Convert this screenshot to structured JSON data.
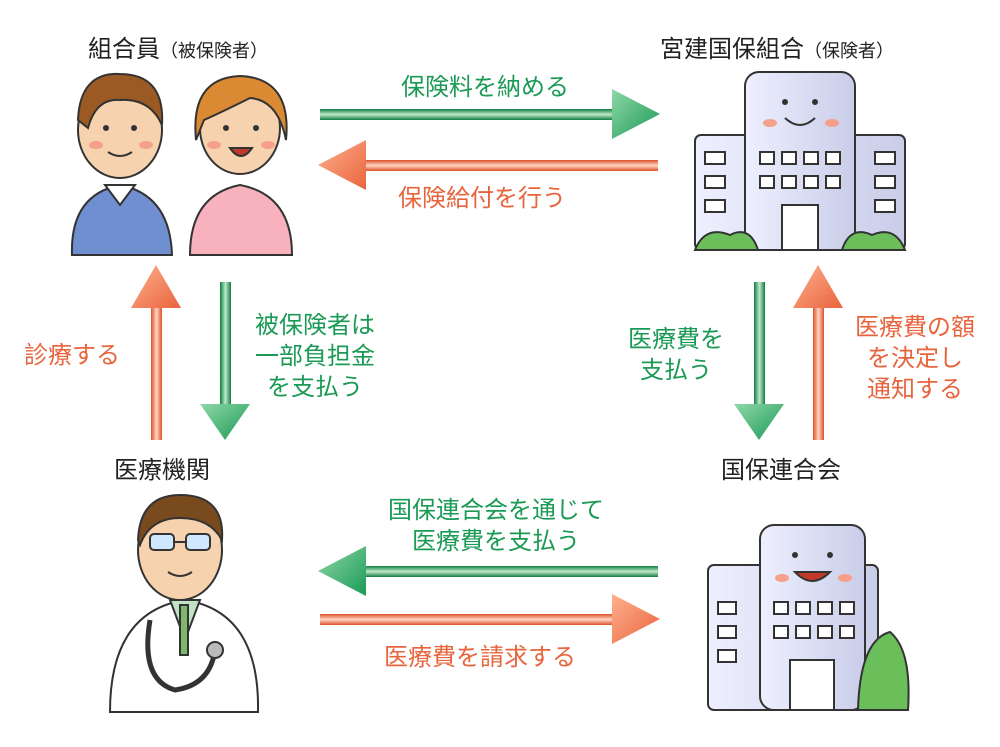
{
  "nodes": {
    "members": {
      "name": "組合員",
      "sub": "（被保険者）"
    },
    "union": {
      "name": "宮建国保組合",
      "sub": "（保険者）"
    },
    "medical": {
      "name": "医療機関"
    },
    "federation": {
      "name": "国保連合会"
    }
  },
  "flows": {
    "pay_premium": "保険料を納める",
    "benefits": "保険給付を行う",
    "treatment": "診療する",
    "copay": [
      "被保険者は",
      "一部負担金",
      "を支払う"
    ],
    "pay_fee": [
      "医療費を",
      "支払う"
    ],
    "decide_fee": [
      "医療費の額",
      "を決定し",
      "通知する"
    ],
    "pay_via_fed": [
      "国保連合会を通じて",
      "医療費を支払う"
    ],
    "claim_fee": "医療費を請求する"
  },
  "colors": {
    "green": "#1a9a55",
    "orange": "#e8643c"
  },
  "icons": [
    "family-illustration",
    "building-smiling-illustration",
    "doctor-illustration",
    "building-small-illustration"
  ]
}
